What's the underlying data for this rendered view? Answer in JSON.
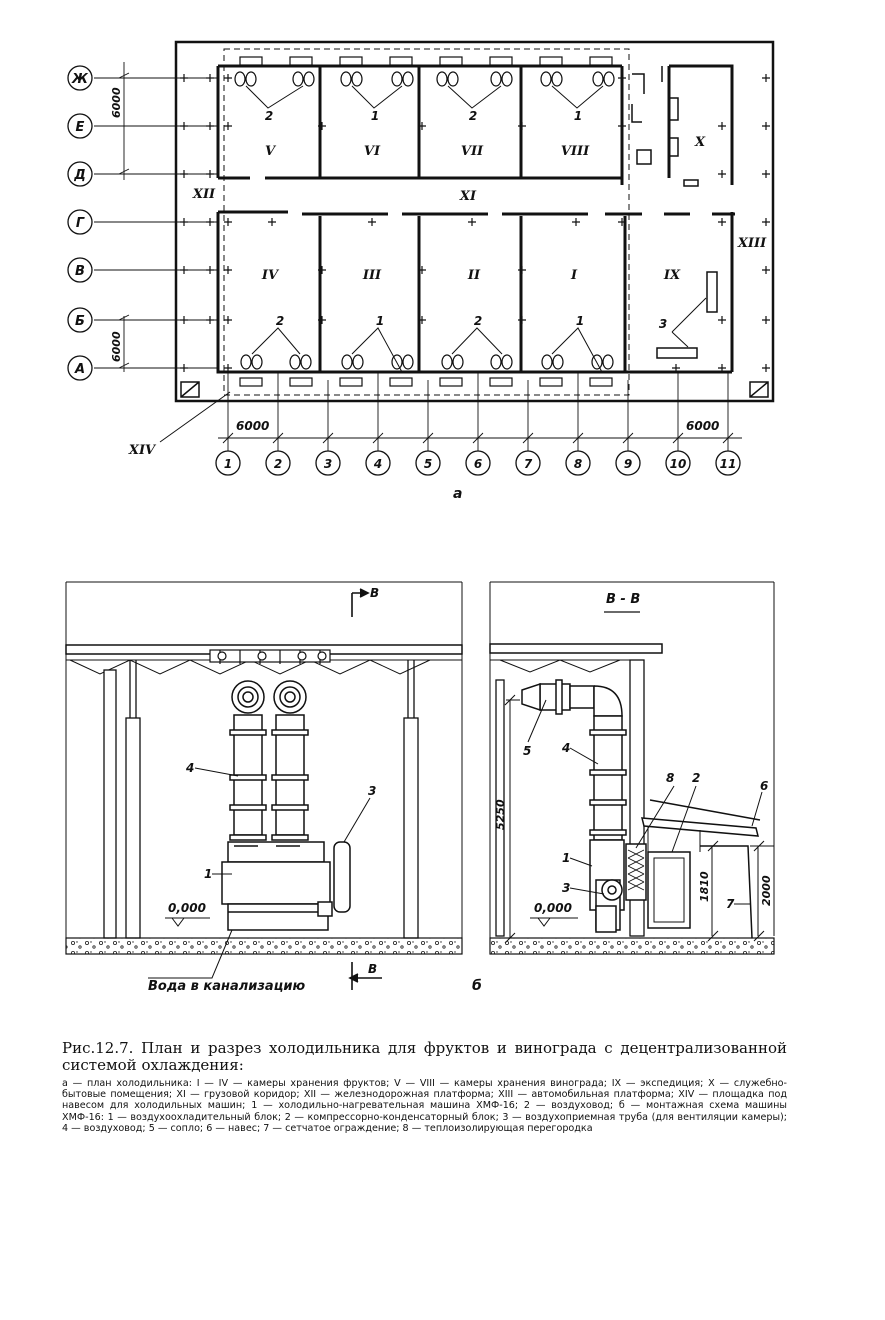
{
  "plan": {
    "axes_letters": [
      "Ж",
      "Е",
      "Д",
      "Г",
      "В",
      "Б",
      "А"
    ],
    "axes_numbers": [
      "1",
      "2",
      "3",
      "4",
      "5",
      "6",
      "7",
      "8",
      "9",
      "10",
      "11"
    ],
    "dim_top": "6000",
    "dim_bottom": "6000",
    "dim_bottom_left": "6000",
    "dim_bottom_right": "6000",
    "rooms_top": [
      "V",
      "VI",
      "VII",
      "VIII",
      "X"
    ],
    "rooms_bottom": [
      "IV",
      "III",
      "II",
      "I",
      "IX"
    ],
    "machine_marks_top": [
      "2",
      "1",
      "2",
      "1"
    ],
    "machine_marks_bottom": [
      "2",
      "1",
      "2",
      "1"
    ],
    "mark_3": "3",
    "corridor": "XI",
    "rail_platform": "XII",
    "auto_platform": "XIII",
    "shed": "XIV",
    "sublabel": "а"
  },
  "section_b": {
    "arrow_label_top": "В",
    "arrow_label_bottom": "В",
    "level": "0,000",
    "water_note": "Вода в канализацию",
    "label_1": "1",
    "label_3": "3",
    "label_4": "4",
    "sublabel": "б"
  },
  "section_vv": {
    "title": "В - В",
    "height_total": "5250",
    "height_2000": "2000",
    "height_1810": "1810",
    "level": "0,000",
    "labels": [
      "1",
      "2",
      "3",
      "4",
      "5",
      "6",
      "7",
      "8"
    ]
  },
  "caption": {
    "title": "Рис.12.7. План и разрез холодильника для фруктов и винограда с децентрализованной системой охлаждения:",
    "legend": "а — план холодильника: I — IV — камеры хранения фруктов; V — VIII — камеры хранения винограда; IX — экспедиция; X — служебно-бытовые помещения; XI — грузовой коридор; XII — железнодорожная платформа; XIII — автомобильная платформа; XIV — площадка под навесом для холодильных машин; 1 — холодильно-нагревательная машина ХМФ-16; 2 — воздуховод; б — монтажная схема машины ХМФ-16: 1 — воздухоохладительный блок; 2 — компрессорно-конденсаторный блок; 3 — воздухоприемная труба (для вентиляции камеры); 4 — воздуховод; 5 — сопло; 6 — навес; 7 — сетчатое ограждение; 8 — теплоизолирующая перегородка"
  }
}
